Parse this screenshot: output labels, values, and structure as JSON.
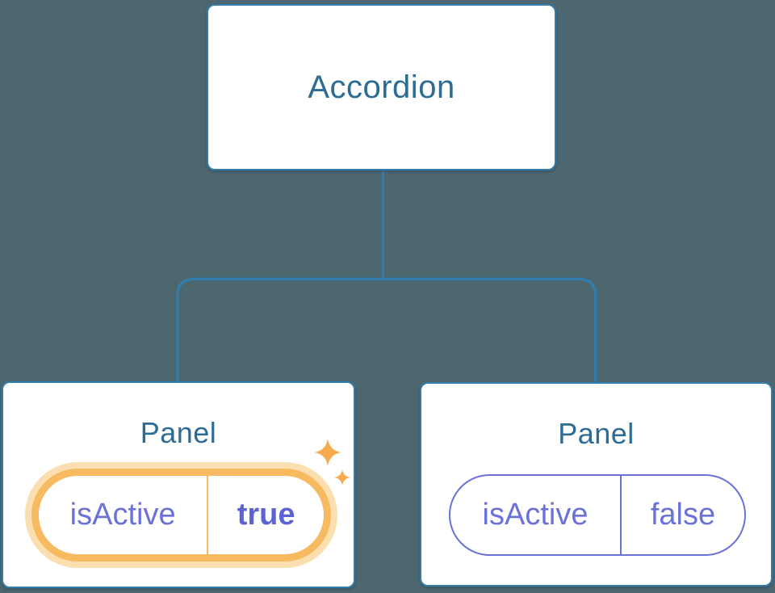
{
  "diagram": {
    "type": "component-tree",
    "root": {
      "label": "Accordion"
    },
    "panels": [
      {
        "label": "Panel",
        "state_key": "isActive",
        "state_value": "true",
        "active": true
      },
      {
        "label": "Panel",
        "state_key": "isActive",
        "state_value": "false",
        "active": false
      }
    ],
    "colors": {
      "background": "#4d6771",
      "node_border_and_lines": "#337dac",
      "node_label": "#2d6c93",
      "state_text": "#6a72da",
      "state_value_active": "#5b63d5",
      "active_ring": "#f8ba60",
      "active_halo": "#fcdfb0",
      "sparkle": "#f5ab4e"
    }
  }
}
